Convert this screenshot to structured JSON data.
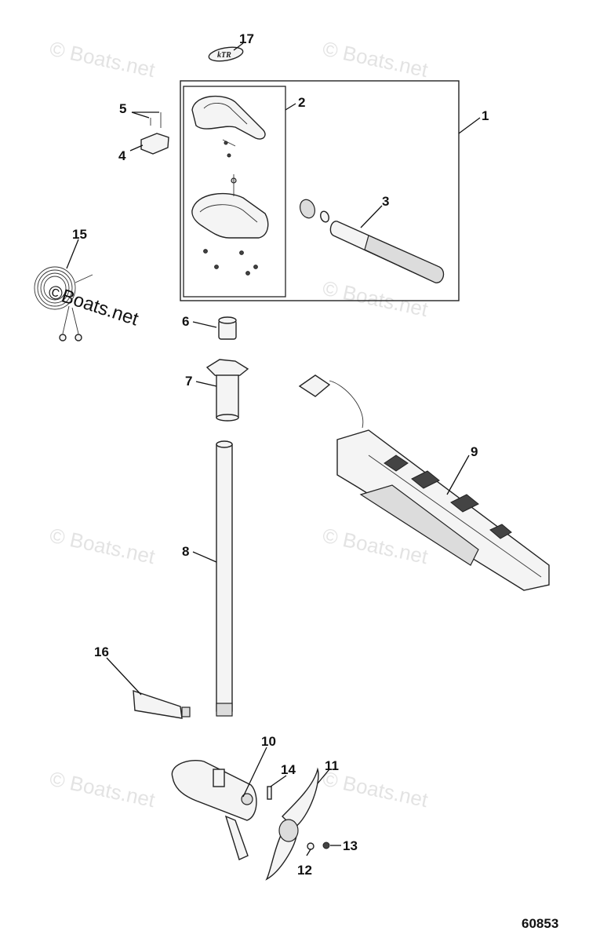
{
  "watermark": {
    "text": "© Boats.net",
    "feature_text": "©Boats.net"
  },
  "callouts": [
    "1",
    "2",
    "3",
    "4",
    "5",
    "6",
    "7",
    "8",
    "9",
    "10",
    "11",
    "12",
    "13",
    "14",
    "15",
    "16",
    "17"
  ],
  "decal_text": "kTR",
  "figure_number": "60853"
}
